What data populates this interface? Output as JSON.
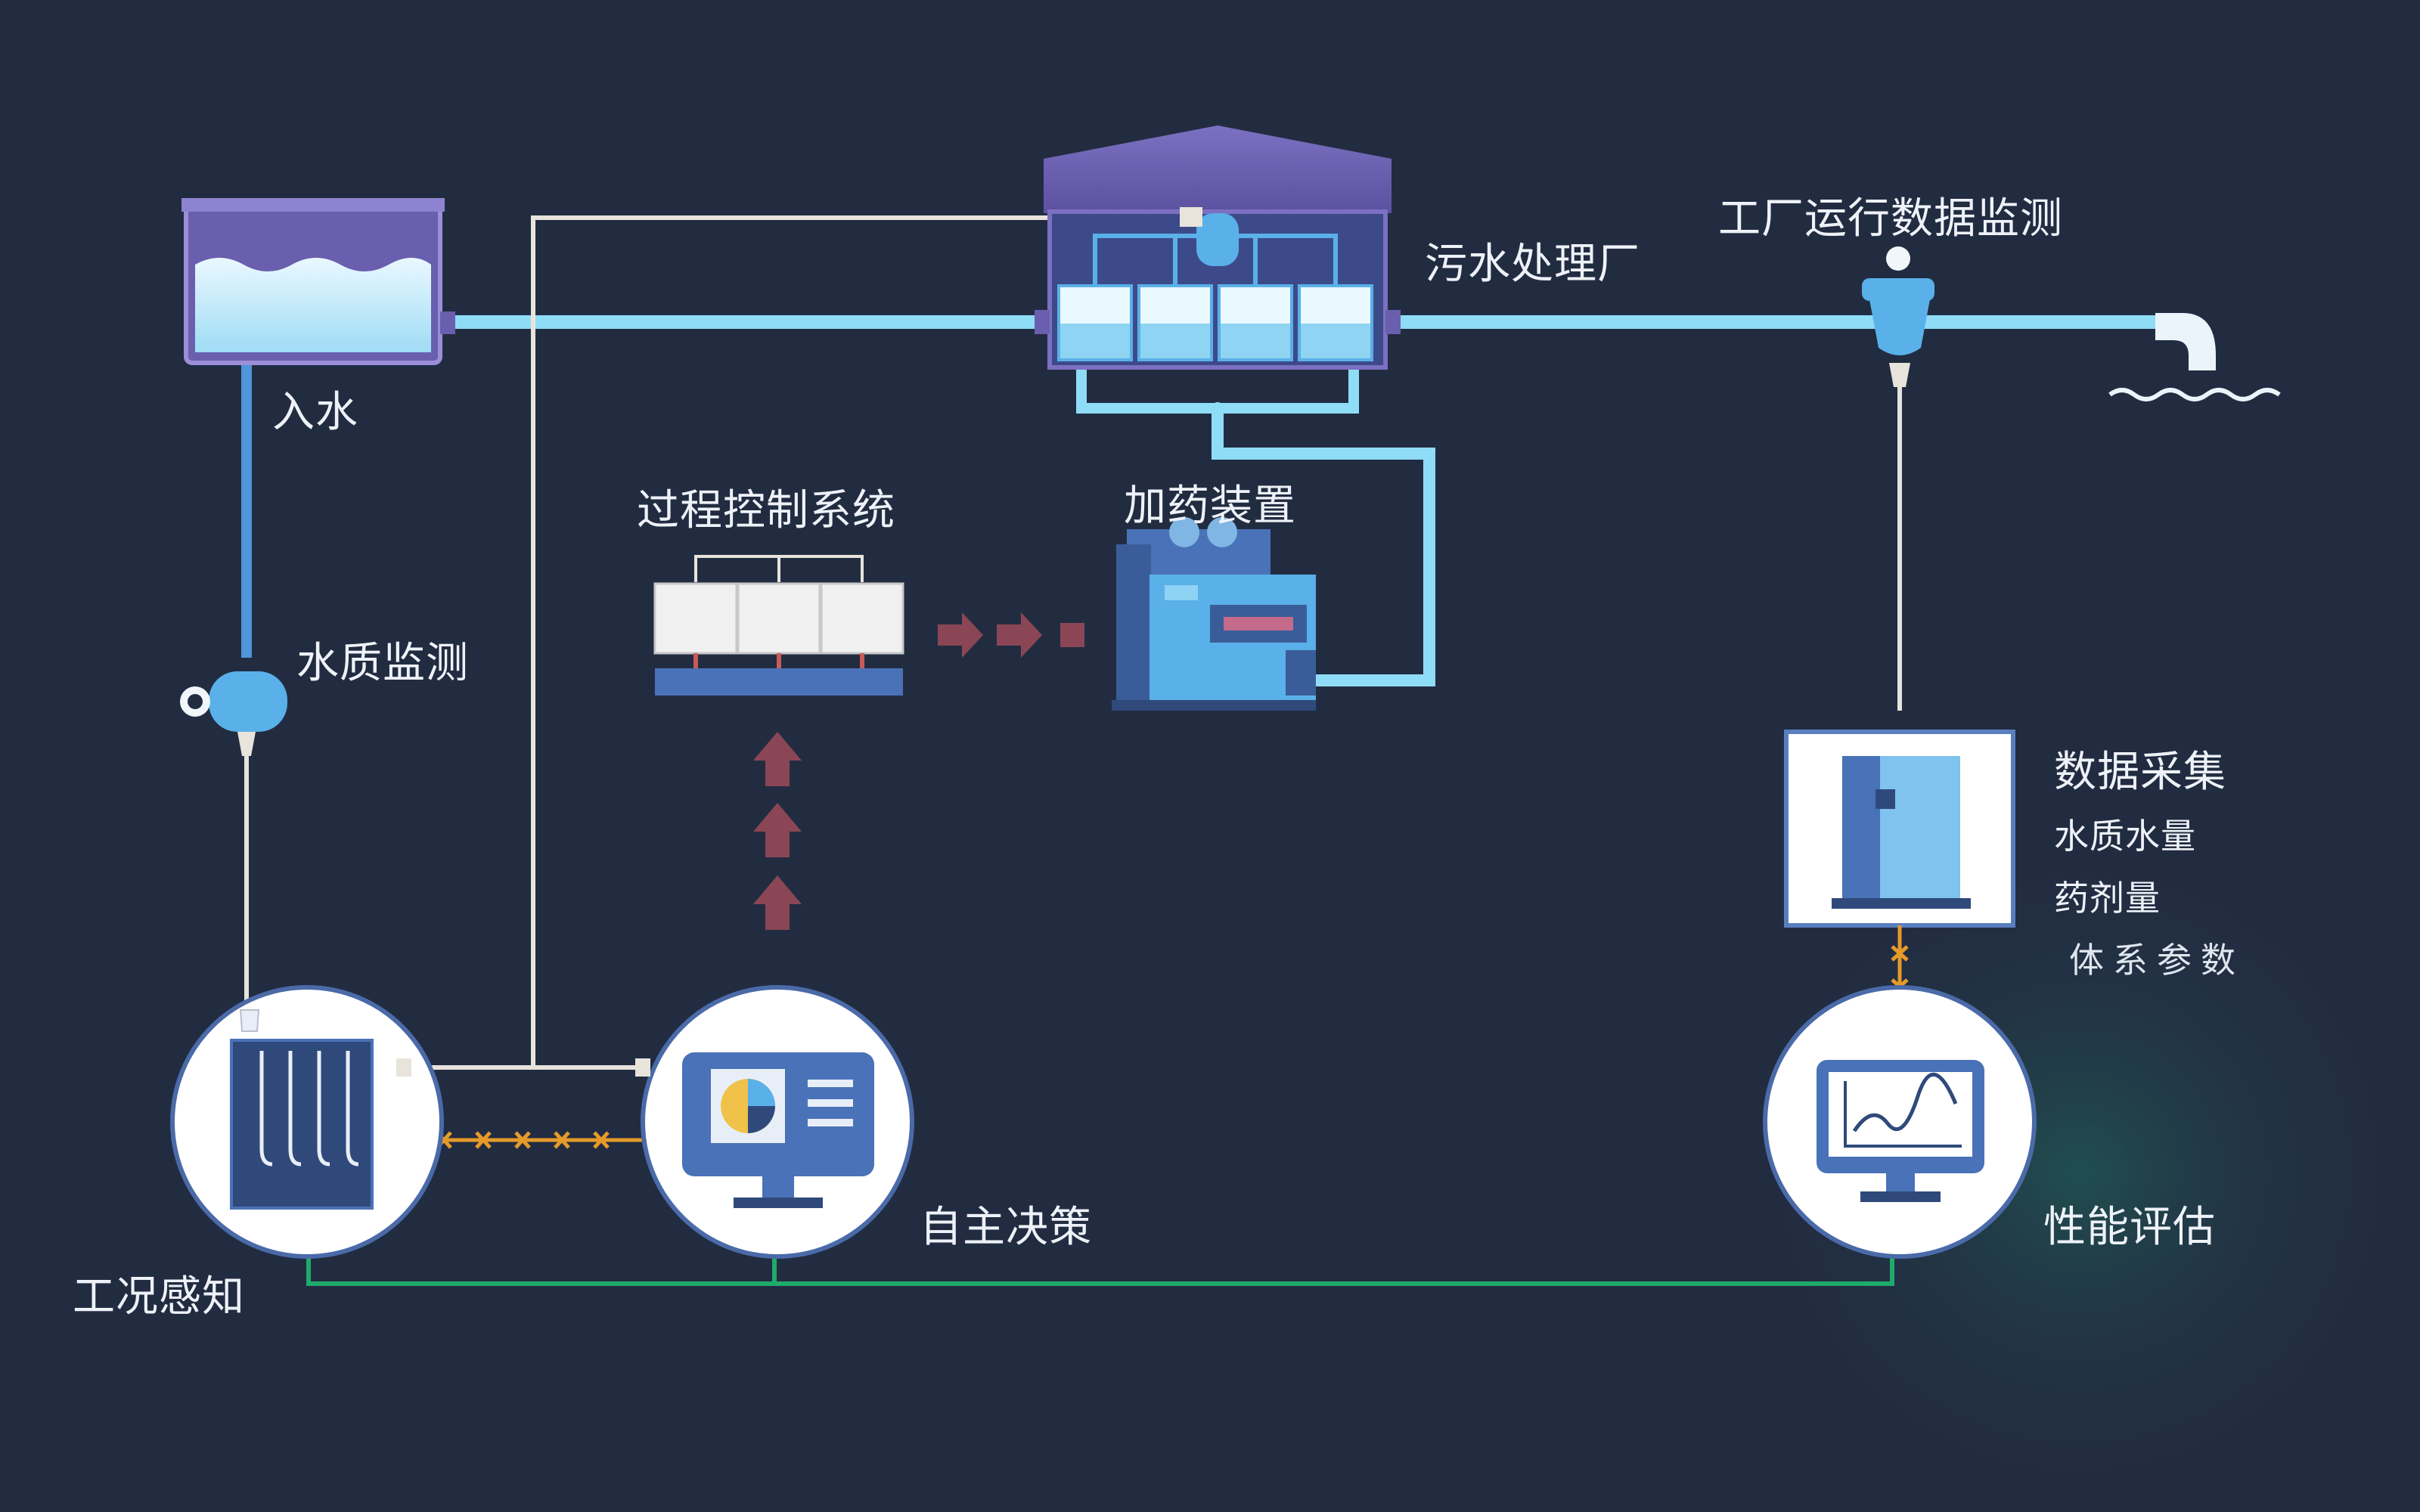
{
  "labels": {
    "inlet": "入水",
    "water_quality_monitor": "水质监测",
    "condition_sensing": "工况感知",
    "process_control": "过程控制系统",
    "autonomous_decision": "自主决策",
    "dosing_device": "加药装置",
    "wwtp": "污水处理厂",
    "plant_monitor": "工厂运行数据监测",
    "data_collection": "数据采集",
    "quality_quantity": "水质水量",
    "dose_amount": "药剂量",
    "system_params": "体系参数",
    "performance_eval": "性能评估"
  },
  "colors": {
    "background": "#222c41",
    "water_pipe": "#8fdcf7",
    "signal_line": "#e8e4dc",
    "feedback_line": "#1faa6a",
    "data_link": "#e59a2a",
    "control_arrow": "#8a4655",
    "plant_roof": "#6a5fae",
    "equipment_blue": "#5ab0e8"
  }
}
